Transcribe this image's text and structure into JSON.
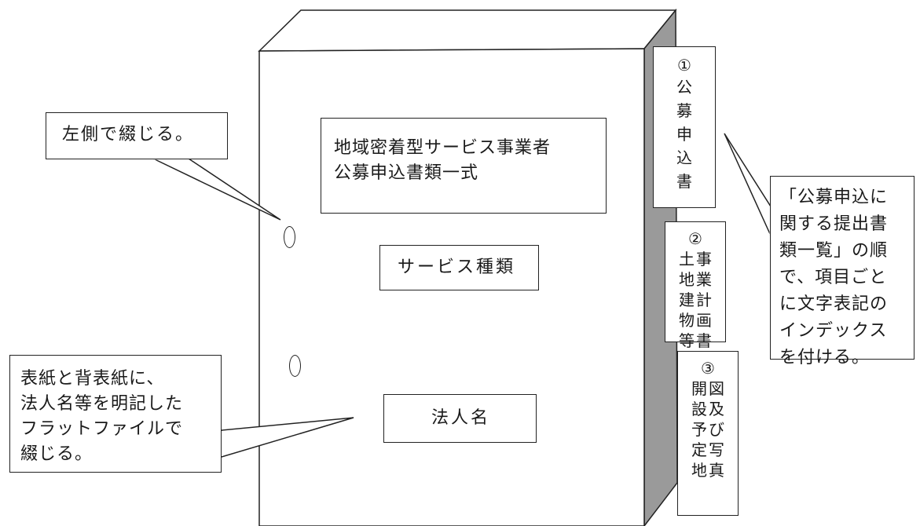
{
  "binder": {
    "title_lines": [
      "地域密着型サービス事業者",
      "公募申込書類一式"
    ],
    "service_label": "サービス種類",
    "corp_label": "法人名"
  },
  "callouts": {
    "left_bind": "左側で綴じる。",
    "flat_file_lines": [
      "表紙と背表紙に、",
      "法人名等を明記した",
      "フラットファイルで",
      "綴じる。"
    ],
    "index_lines": [
      "「公募申込に",
      "関する提出書",
      "類一覧」の順",
      "で、項目ごと",
      "に文字表記の",
      "インデックス",
      "を付ける。"
    ]
  },
  "tabs": [
    {
      "number": "①",
      "columns": [
        "公募申込書"
      ]
    },
    {
      "number": "②",
      "columns": [
        "事業計画書",
        "土地建物等"
      ]
    },
    {
      "number": "③",
      "columns": [
        "図及び写真",
        "開設予定地"
      ]
    }
  ]
}
